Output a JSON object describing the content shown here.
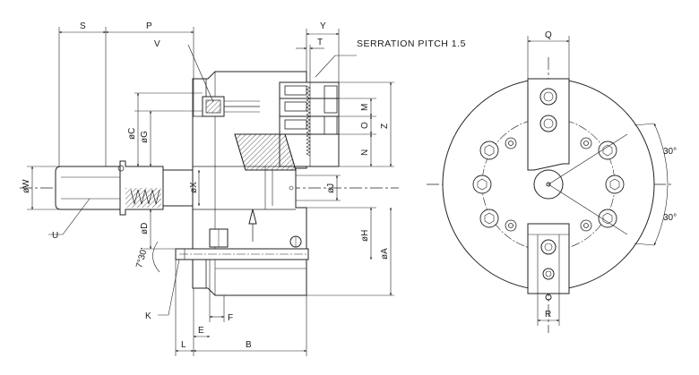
{
  "drawing": {
    "note": "SERRATION PITCH  1.5",
    "dims": {
      "S": "S",
      "P": "P",
      "V": "V",
      "Y": "Y",
      "T": "T",
      "M": "M",
      "O": "O",
      "Z": "Z",
      "N": "N",
      "C": "øC",
      "G": "øG",
      "W": "øW",
      "X": "øX",
      "J": "øJ",
      "D": "øD",
      "H": "øH",
      "A": "øA",
      "U": "U",
      "K": "K",
      "F": "F",
      "E": "E",
      "L": "L",
      "B": "B",
      "Q": "Q",
      "R": "R",
      "angle_taper": "7°30'",
      "angle_top": "30°",
      "angle_bottom": "30°"
    }
  }
}
